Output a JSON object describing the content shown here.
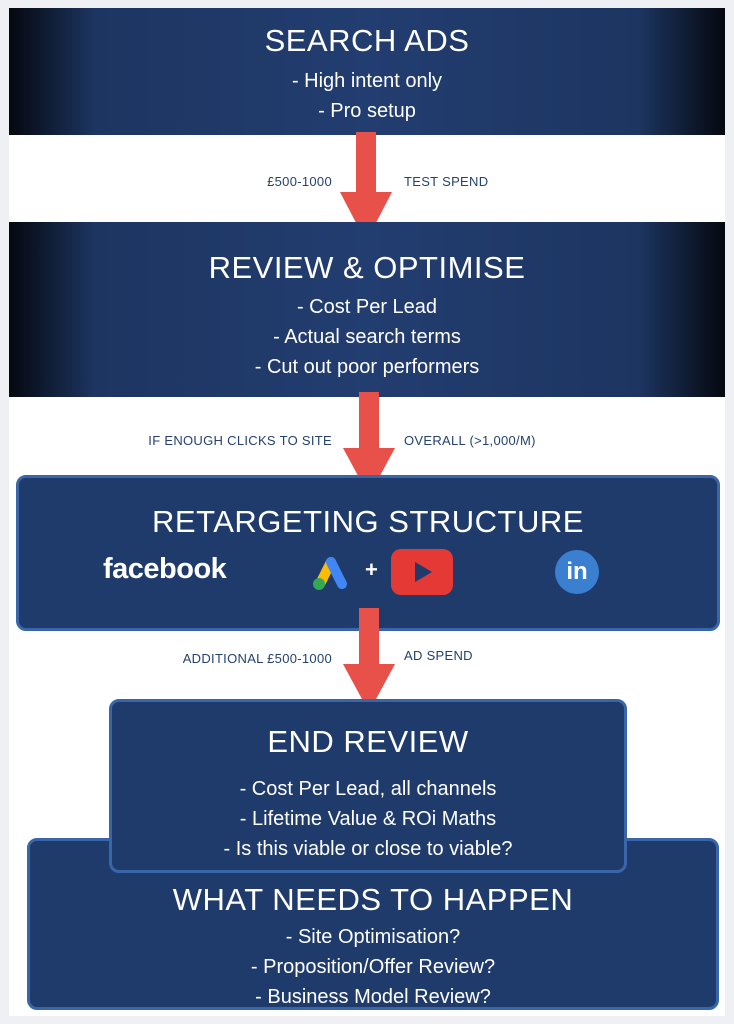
{
  "search_ads": {
    "title": "SEARCH ADS",
    "lines": [
      "- High intent only",
      "- Pro setup"
    ]
  },
  "conn1": {
    "left": "£500-1000",
    "right": "TEST SPEND"
  },
  "review": {
    "title": "REVIEW & OPTIMISE",
    "lines": [
      "- Cost Per Lead",
      "- Actual search terms",
      "- Cut out poor performers"
    ]
  },
  "conn2": {
    "left": "IF ENOUGH CLICKS TO SITE",
    "right": "OVERALL (>1,000/M)"
  },
  "retargeting": {
    "title": "RETARGETING STRUCTURE",
    "facebook": "facebook",
    "plus": "+",
    "linkedin": "in",
    "icons": [
      "facebook-logo",
      "google-ads-logo",
      "youtube-logo",
      "linkedin-logo"
    ]
  },
  "conn3": {
    "left": "ADDITIONAL £500-1000",
    "right": "AD SPEND"
  },
  "end_review": {
    "title": "END REVIEW",
    "lines": [
      "- Cost Per Lead, all channels",
      "- Lifetime Value & ROi Maths",
      "- Is this viable or close to viable?"
    ]
  },
  "what_next": {
    "title": "WHAT NEEDS TO HAPPEN",
    "lines": [
      "- Site Optimisation?",
      "- Proposition/Offer Review?",
      "- Business Model Review?"
    ]
  },
  "colors": {
    "navy": "#1f3b6b",
    "arrow": "#e8504a",
    "border": "#3866a8",
    "connector_text": "#24416f"
  }
}
